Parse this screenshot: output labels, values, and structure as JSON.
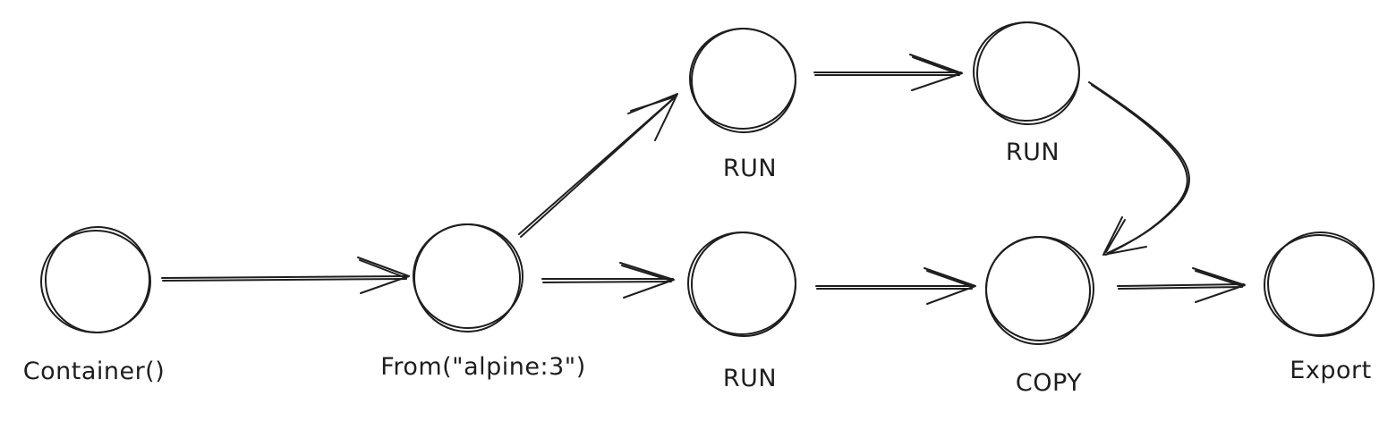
{
  "diagram": {
    "nodes": [
      {
        "id": "container",
        "label": "Container()"
      },
      {
        "id": "from",
        "label": "From(\"alpine:3\")"
      },
      {
        "id": "run_top",
        "label": "RUN"
      },
      {
        "id": "run_mid",
        "label": "RUN"
      },
      {
        "id": "run_bottom",
        "label": "RUN"
      },
      {
        "id": "copy",
        "label": "COPY"
      },
      {
        "id": "export",
        "label": "Export"
      }
    ],
    "edges": [
      {
        "from": "container",
        "to": "from"
      },
      {
        "from": "from",
        "to": "run_top"
      },
      {
        "from": "from",
        "to": "run_bottom"
      },
      {
        "from": "run_top",
        "to": "run_mid"
      },
      {
        "from": "run_mid",
        "to": "copy"
      },
      {
        "from": "run_bottom",
        "to": "copy"
      },
      {
        "from": "copy",
        "to": "export"
      }
    ],
    "stroke_color": "#1e1e1e",
    "background": "#ffffff"
  }
}
